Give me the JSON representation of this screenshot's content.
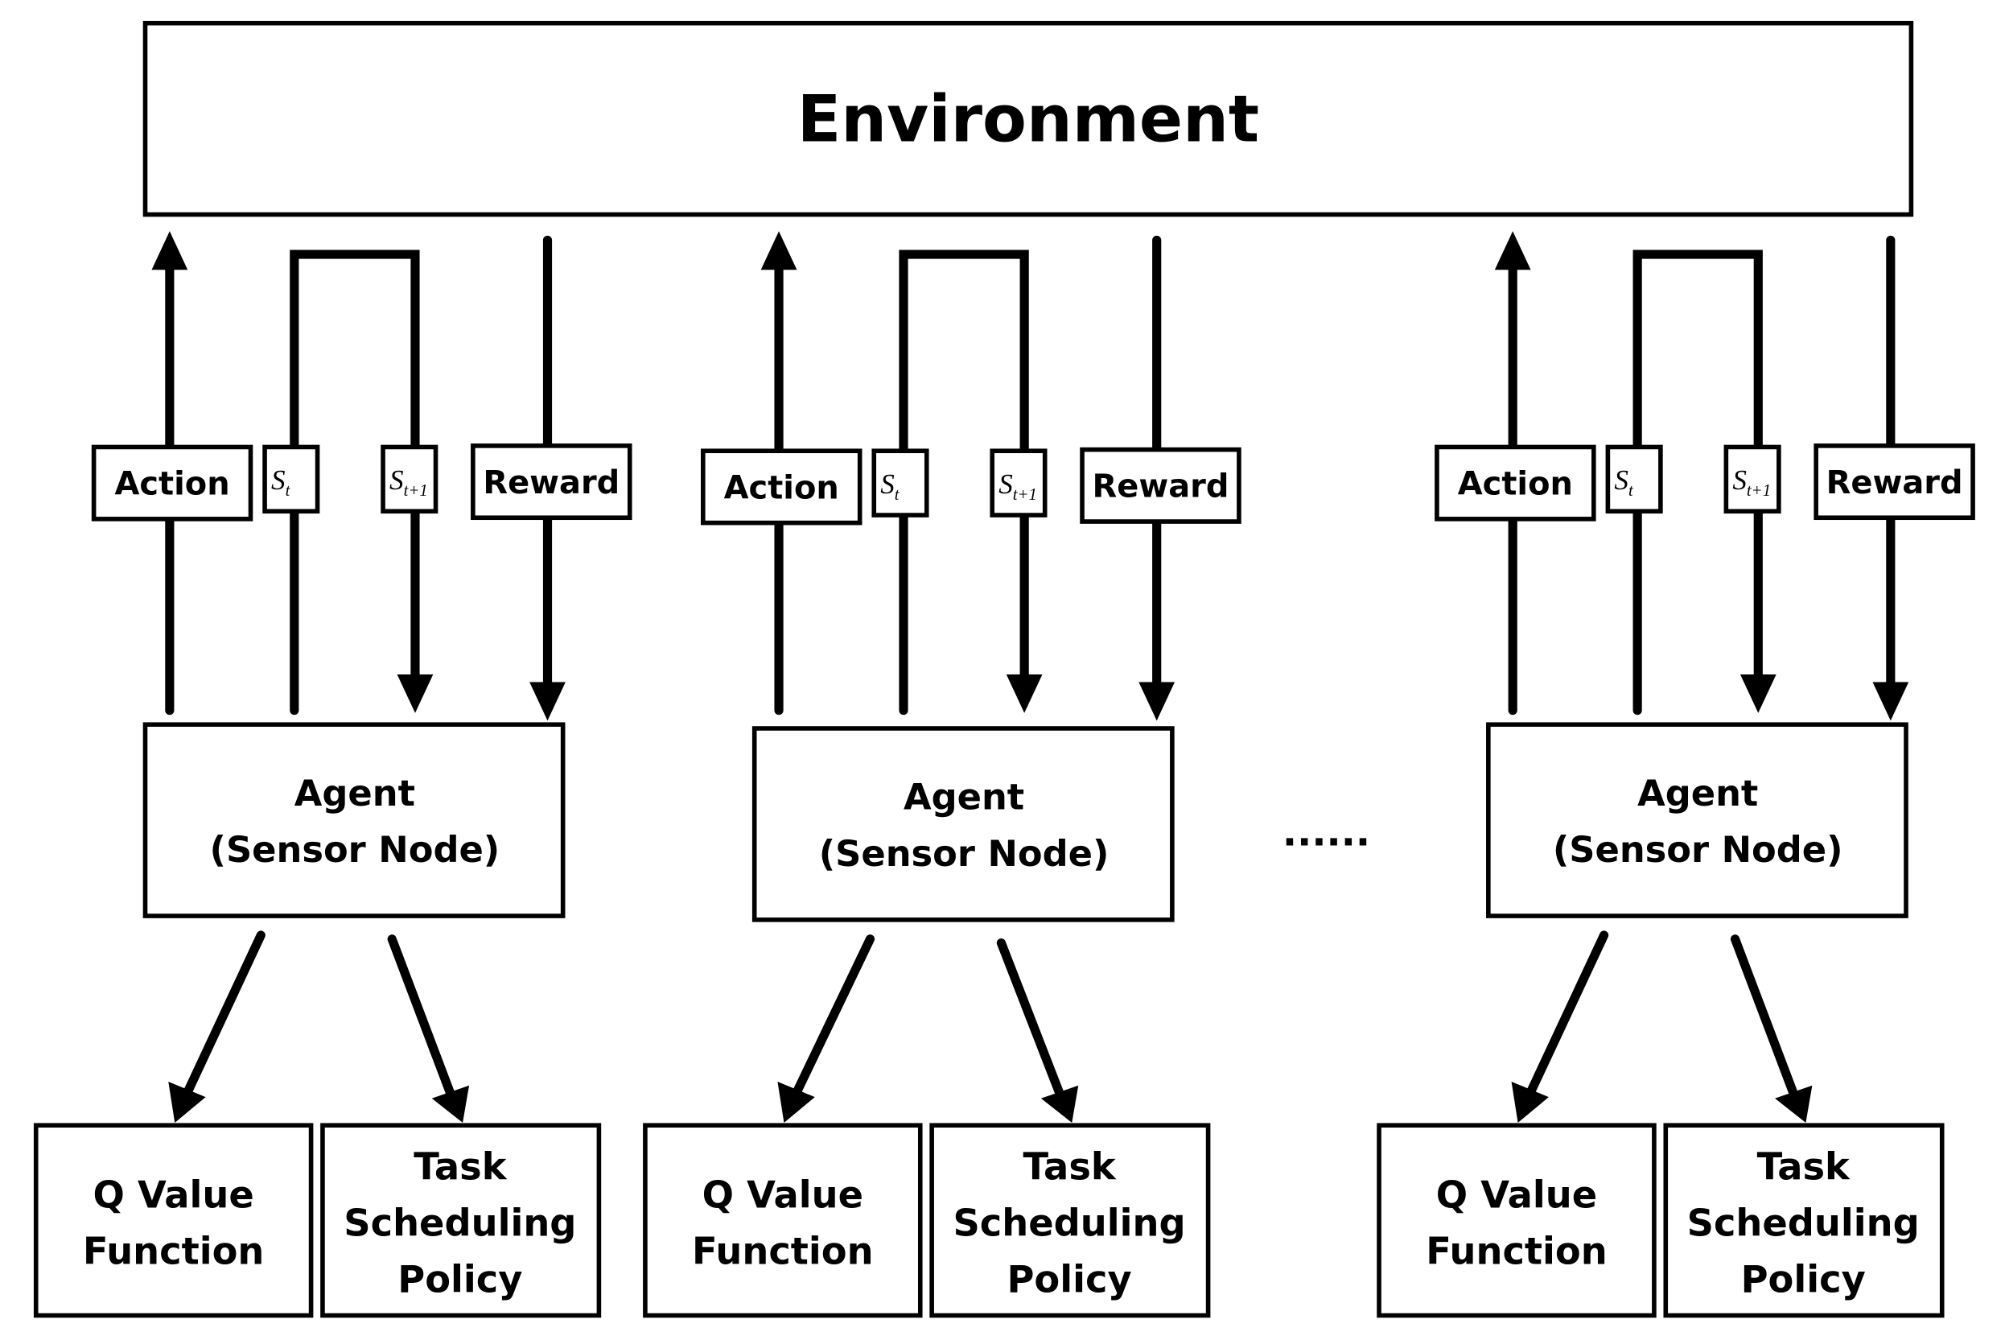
{
  "environment": {
    "label": "Environment"
  },
  "labels": {
    "action": "Action",
    "state": "S",
    "state_sub": "t",
    "next_state": "S",
    "next_state_sub": "t+1",
    "reward": "Reward",
    "agent_line1": "Agent",
    "agent_line2": "(Sensor Node)",
    "q_line1": "Q Value",
    "q_line2": "Function",
    "task_line1": "Task",
    "task_line2": "Scheduling",
    "task_line3": "Policy"
  },
  "ellipsis": "......",
  "agent_count_shown": 3
}
